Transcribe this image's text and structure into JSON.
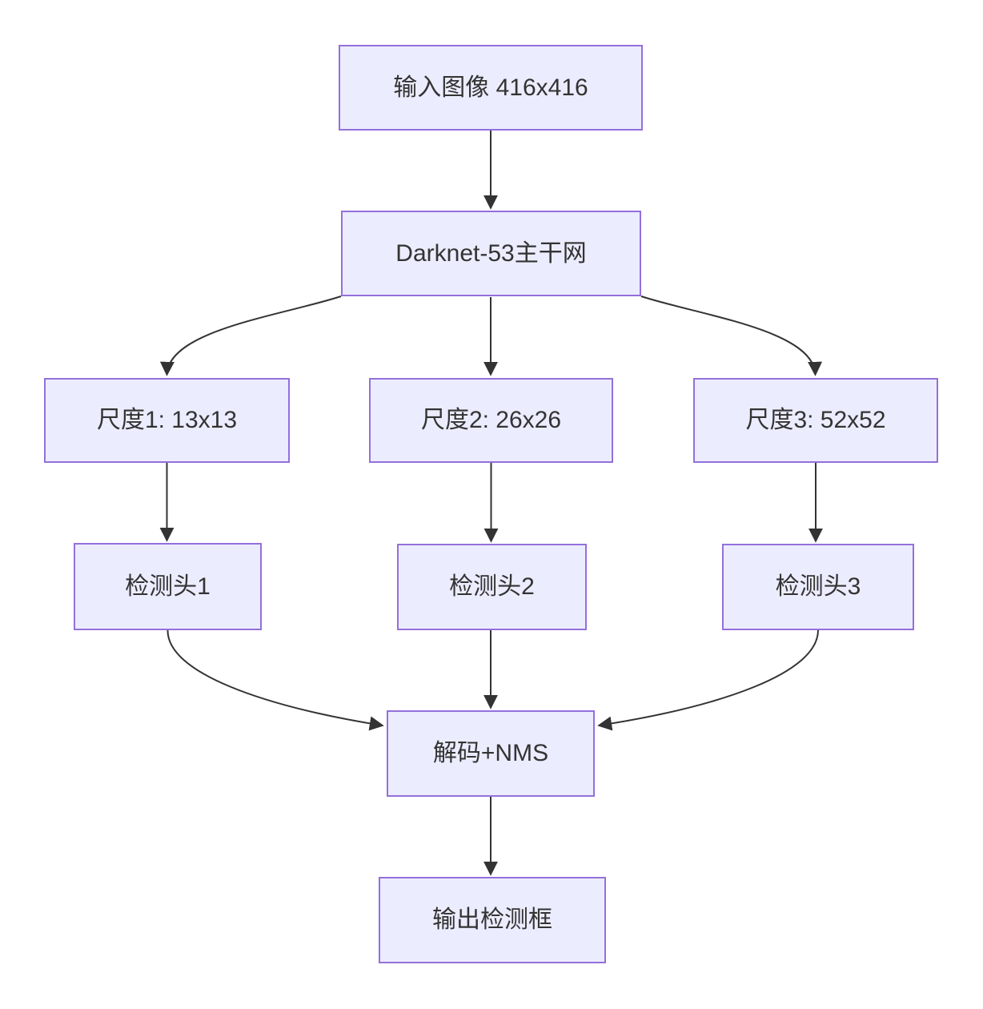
{
  "diagram": {
    "type": "flowchart",
    "direction": "top-down",
    "colors": {
      "background": "#ffffff",
      "node_fill": "#ECECFF",
      "node_border": "#9370DB",
      "text": "#333333",
      "edge": "#333333"
    },
    "nodes": [
      {
        "id": "input",
        "label": "输入图像 416x416"
      },
      {
        "id": "backbone",
        "label": "Darknet-53主干网"
      },
      {
        "id": "scale1",
        "label": "尺度1: 13x13"
      },
      {
        "id": "scale2",
        "label": "尺度2: 26x26"
      },
      {
        "id": "scale3",
        "label": "尺度3: 52x52"
      },
      {
        "id": "head1",
        "label": "检测头1"
      },
      {
        "id": "head2",
        "label": "检测头2"
      },
      {
        "id": "head3",
        "label": "检测头3"
      },
      {
        "id": "decode",
        "label": "解码+NMS"
      },
      {
        "id": "output",
        "label": "输出检测框"
      }
    ],
    "edges": [
      {
        "from": "input",
        "to": "backbone"
      },
      {
        "from": "backbone",
        "to": "scale1"
      },
      {
        "from": "backbone",
        "to": "scale2"
      },
      {
        "from": "backbone",
        "to": "scale3"
      },
      {
        "from": "scale1",
        "to": "head1"
      },
      {
        "from": "scale2",
        "to": "head2"
      },
      {
        "from": "scale3",
        "to": "head3"
      },
      {
        "from": "head1",
        "to": "decode"
      },
      {
        "from": "head2",
        "to": "decode"
      },
      {
        "from": "head3",
        "to": "decode"
      },
      {
        "from": "decode",
        "to": "output"
      }
    ]
  }
}
